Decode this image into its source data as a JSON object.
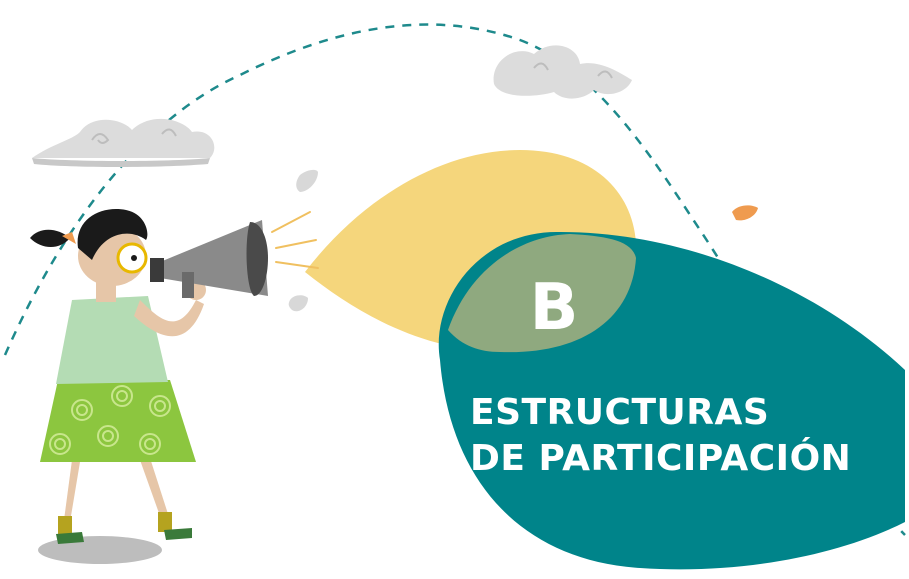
{
  "section": {
    "letter": "B",
    "title_line1": "ESTRUCTURAS",
    "title_line2": "DE PARTICIPACIÓN"
  },
  "colors": {
    "teal": "#00848a",
    "yellow": "#f5d67c",
    "overlap": "#8fa97f",
    "orange": "#ef9b4f",
    "cloud": "#dcdcdc",
    "skirt_green": "#8cc63f",
    "top_green": "#b4dcb4",
    "megaphone_gray": "#8a8a8a",
    "text": "#ffffff"
  },
  "icons": [
    "cloud-icon",
    "megaphone-icon",
    "leaf-icon",
    "drop-icon",
    "character-illustration"
  ]
}
